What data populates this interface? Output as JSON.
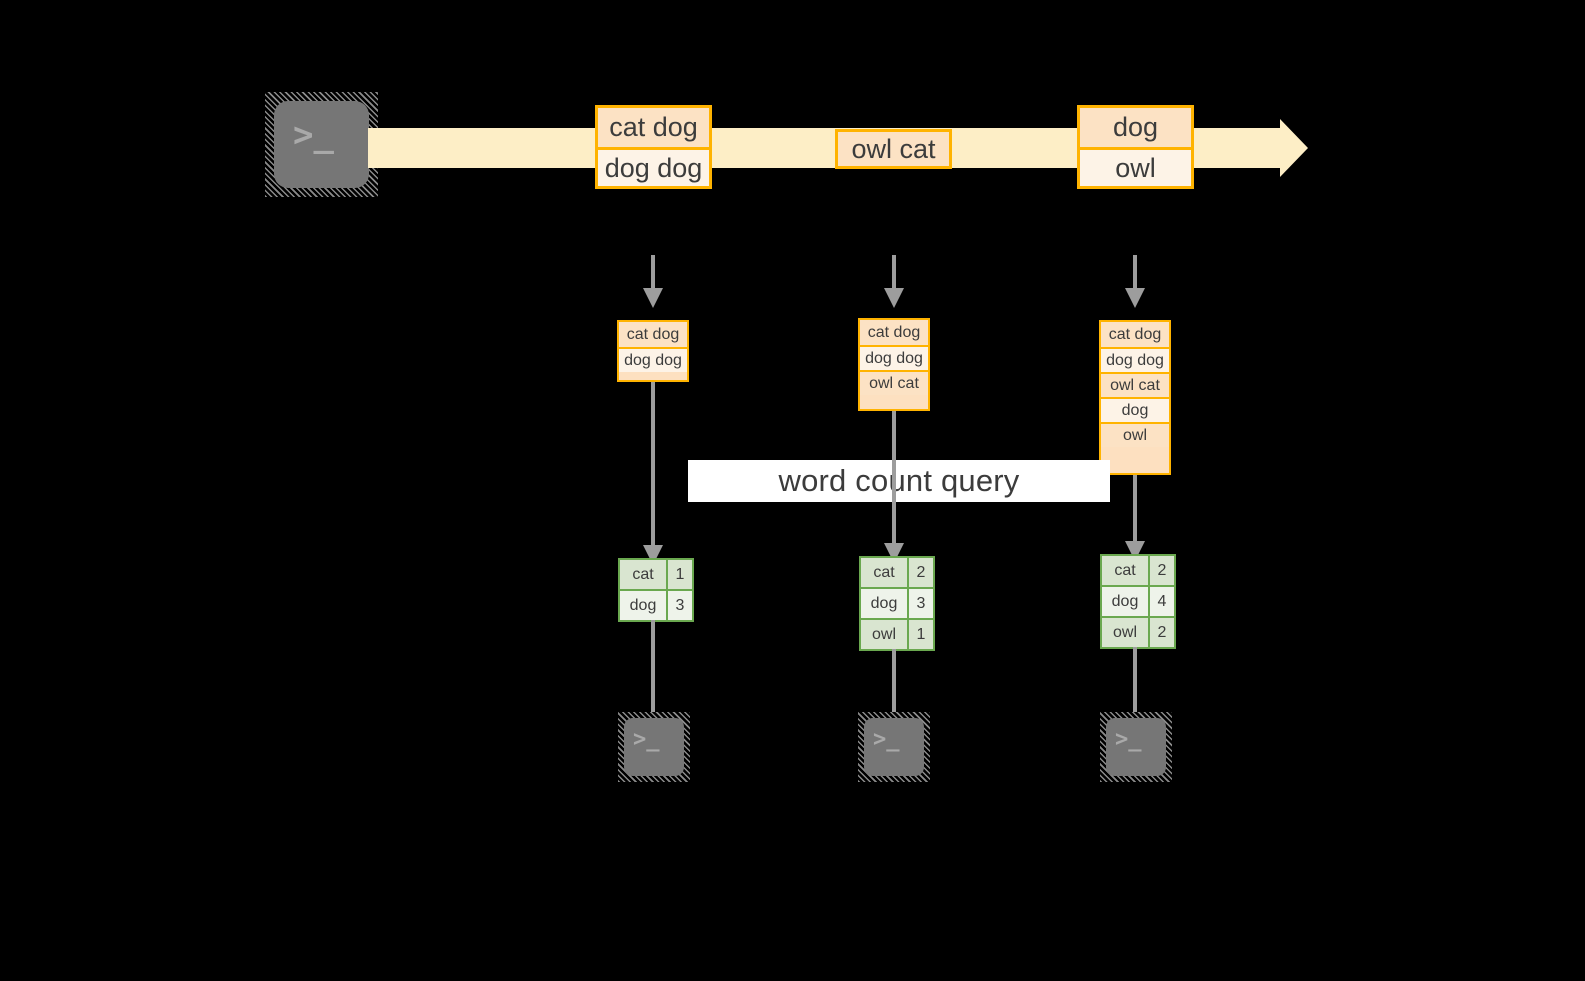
{
  "diagram": {
    "background_color": "#000000",
    "accent_orange": "#ffb300",
    "accent_green": "#6aa84f",
    "stream_fill": "#fdeec6",
    "arrow_grey": "#9d9d9d",
    "query_label": "word count query",
    "producer": {
      "icon": "terminal-icon",
      "prompt_glyph": ">_"
    },
    "stream": {
      "records": [
        {
          "id": "stream-record-1",
          "lines": [
            "cat dog",
            "dog dog"
          ]
        },
        {
          "id": "stream-record-2",
          "lines": [
            "owl cat"
          ]
        },
        {
          "id": "stream-record-3",
          "lines": [
            "dog",
            "owl"
          ]
        }
      ]
    },
    "snapshots": [
      {
        "id": "snapshot-1",
        "lines": [
          "cat dog",
          "dog dog"
        ],
        "result": {
          "rows": [
            {
              "word": "cat",
              "count": "1"
            },
            {
              "word": "dog",
              "count": "3"
            }
          ]
        },
        "consumer": {
          "icon": "terminal-icon",
          "prompt_glyph": ">_"
        }
      },
      {
        "id": "snapshot-2",
        "lines": [
          "cat dog",
          "dog dog",
          "owl cat"
        ],
        "result": {
          "rows": [
            {
              "word": "cat",
              "count": "2"
            },
            {
              "word": "dog",
              "count": "3"
            },
            {
              "word": "owl",
              "count": "1"
            }
          ]
        },
        "consumer": {
          "icon": "terminal-icon",
          "prompt_glyph": ">_"
        }
      },
      {
        "id": "snapshot-3",
        "lines": [
          "cat dog",
          "dog dog",
          "owl cat",
          "dog",
          "owl"
        ],
        "result": {
          "rows": [
            {
              "word": "cat",
              "count": "2"
            },
            {
              "word": "dog",
              "count": "4"
            },
            {
              "word": "owl",
              "count": "2"
            }
          ]
        },
        "consumer": {
          "icon": "terminal-icon",
          "prompt_glyph": ">_"
        }
      }
    ]
  }
}
